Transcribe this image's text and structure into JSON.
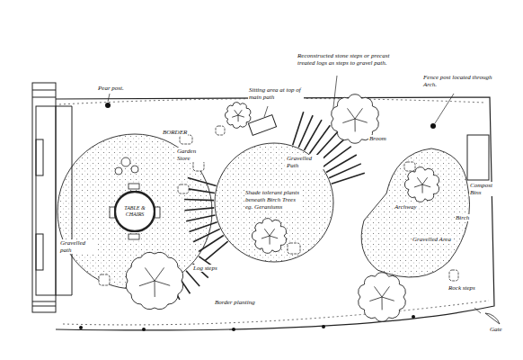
{
  "diagram": {
    "nodes": [
      {
        "text": [
          "TABLE & CHAIRS"
        ]
      }
    ],
    "labels": [
      "Pear post.",
      "BORDER",
      "Garden Store",
      "Sitting area at top of main path",
      "Reconstructed stone steps or precast treated logs as steps to gravel path.",
      "Fence post located through Arch.",
      "Compost Bins",
      "Broom",
      "Gravelled Path",
      "Shade tolerant plants beneath Birch Trees eg. Geraniums",
      "Archway",
      "Birch",
      "Gravelled Area",
      "Gravelled path",
      "Log steps",
      "Border planting",
      "Rock steps",
      "Gate"
    ]
  }
}
